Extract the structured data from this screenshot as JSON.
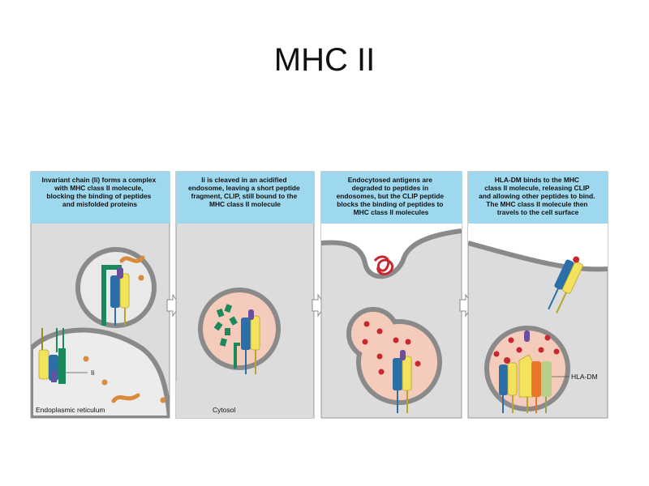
{
  "slide": {
    "title": "MHC II"
  },
  "panels": [
    {
      "caption_lines": [
        "Invariant chain (Ii) forms a complex",
        "with MHC class II molecule,",
        "blocking the binding of peptides",
        "and misfolded proteins"
      ]
    },
    {
      "caption_lines": [
        "Ii is cleaved in an acidified",
        "endosome, leaving a short peptide",
        "fragment, CLIP, still bound to the",
        "MHC class II molecule"
      ]
    },
    {
      "caption_lines": [
        "Endocytosed antigens are",
        "degraded to peptides in",
        "endosomes, but the CLIP peptide",
        "blocks the binding of peptides to",
        "MHC class II molecules"
      ]
    },
    {
      "caption_lines": [
        "HLA-DM binds to the MHC",
        "class II molecule, releasing CLIP",
        "and allowing other peptides to bind.",
        "The MHC class II molecule then",
        "travels to the cell surface"
      ]
    }
  ],
  "labels": {
    "ii": "Ii",
    "endoplasmic_reticulum": "Endoplasmic reticulum",
    "cytosol": "Cytosol",
    "hla_dm": "HLA-DM"
  },
  "colors": {
    "caption_bg": "#9dd8ee",
    "panel_bg": "#dcdcdc",
    "membrane": "#8a8a8a",
    "endosome_fill": "#f5cbbb",
    "mhc_blue": "#2b6ea8",
    "mhc_yellow": "#f2e25c",
    "invariant_green": "#1a8a5c",
    "clip_purple": "#6a4f9c",
    "peptide_red": "#c8282d",
    "misfolded_orange": "#d98a3a",
    "hla_orange": "#e8772b",
    "hla_green": "#b8cf8a"
  }
}
